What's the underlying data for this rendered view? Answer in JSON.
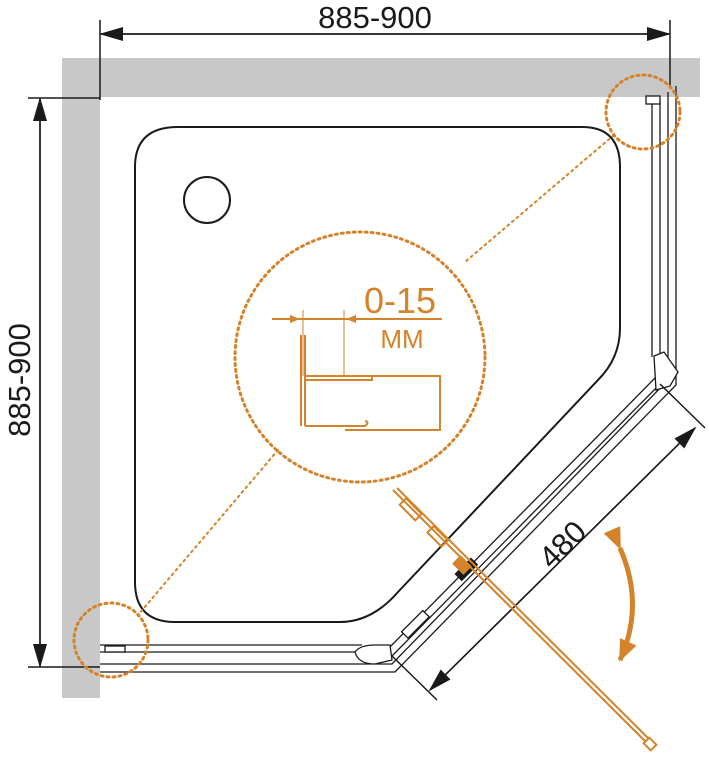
{
  "dimensions": {
    "width_label": "885-900",
    "depth_label": "885-900",
    "door_width_label": "480"
  },
  "detail": {
    "gap_label": "0-15",
    "unit_label": "ММ"
  },
  "colors": {
    "wall": "#c8c8c8",
    "line": "#1a1a1a",
    "accent": "#d4832a"
  }
}
